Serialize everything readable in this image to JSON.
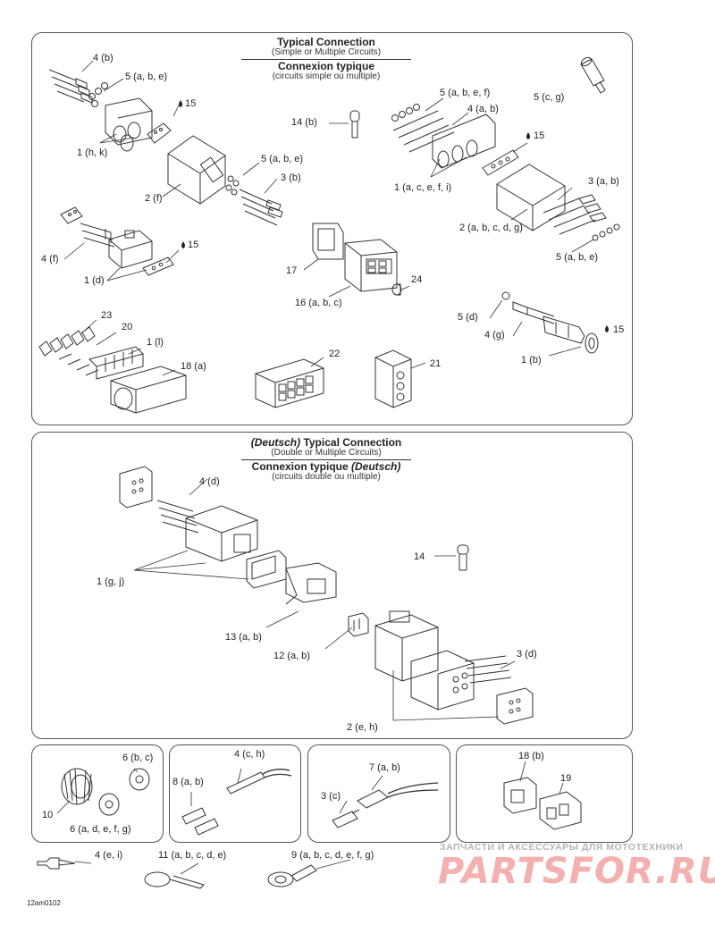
{
  "top_section": {
    "title": "Typical Connection",
    "subtitle": "(Simple or Multiple Circuits)",
    "title_fr": "Connexion typique",
    "subtitle_fr": "(circuits simple ou multiple)"
  },
  "deutsch_section": {
    "title_prefix": "(Deutsch)",
    "title": " Typical Connection",
    "subtitle": "(Double or Multiple Circuits)",
    "title_fr": "Connexion typique ",
    "title_fr_suffix": "(Deutsch)",
    "subtitle_fr": "(circuits double ou multiple)"
  },
  "labels": {
    "l01": "4 (b)",
    "l02": "5 (a, b, e)",
    "l03": "15",
    "l04": "1 (h, k)",
    "l05": "2 (f)",
    "l06": "5 (a, b, e)",
    "l07": "3 (b)",
    "l08": "14 (b)",
    "l09": "5 (c, g)",
    "l10": "5 (a, b, e, f)",
    "l11": "4 (a, b)",
    "l12": "15",
    "l13": "1 (a, c, e, f, i)",
    "l14": "3 (a, b)",
    "l15": "2 (a, b, c, d, g)",
    "l16": "5 (a, b, e)",
    "l17": "4 (f)",
    "l18": "15",
    "l19": "1 (d)",
    "l20": "17",
    "l21": "16 (a, b, c)",
    "l22": "24",
    "l23": "5 (d)",
    "l24": "4 (g)",
    "l25": "1 (b)",
    "l26": "15",
    "l27": "23",
    "l28": "20",
    "l29": "1 (l)",
    "l30": "18 (a)",
    "l31": "22",
    "l32": "21",
    "l33": "4 (d)",
    "l34": "1 (g, j)",
    "l35": "14",
    "l36": "13 (a, b)",
    "l37": "12 (a, b)",
    "l38": "3 (d)",
    "l39": "2 (e, h)",
    "l40": "6 (b, c)",
    "l41": "10",
    "l42": "6 (a, d, e, f, g)",
    "l43": "4 (c, h)",
    "l44": "8 (a, b)",
    "l45": "7 (a, b)",
    "l46": "3 (c)",
    "l47": "18 (b)",
    "l48": "19",
    "l49": "4 (e, i)",
    "l50": "11 (a, b, c, d, e)",
    "l51": "9 (a, b, c, d, e, f, g)"
  },
  "drawing_code": "12am0102",
  "watermark": {
    "line1": "ЗАПЧАСТИ И АКСЕССУАРЫ ДЛЯ МОТОТЕХНИКИ",
    "line2": "PARTSFOR.RU"
  },
  "colors": {
    "line": "#333333",
    "watermark_red": "#f3b0ae",
    "watermark_gray": "#b5b5b5"
  }
}
